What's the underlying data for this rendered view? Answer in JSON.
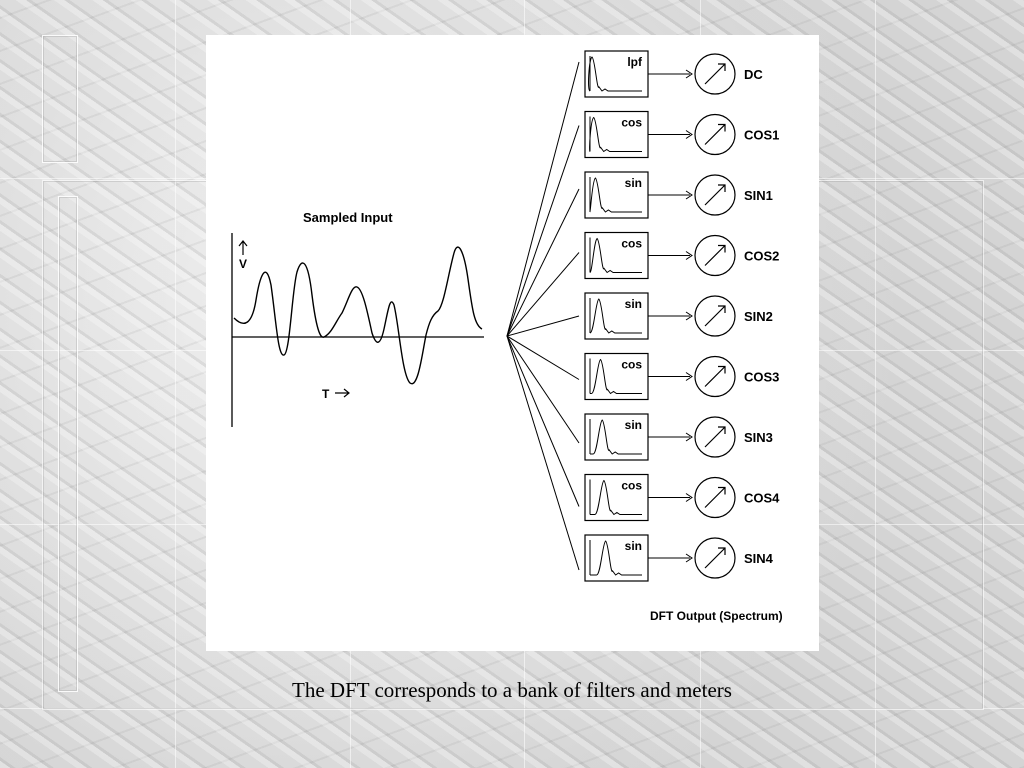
{
  "caption": "The DFT corresponds to a bank of filters and meters",
  "diagram": {
    "input_title": "Sampled Input",
    "v_axis_label": "V",
    "t_axis_label": "T",
    "output_title": "DFT Output (Spectrum)",
    "filters": [
      {
        "filter": "lpf",
        "meter": "DC"
      },
      {
        "filter": "cos",
        "meter": "COS1"
      },
      {
        "filter": "sin",
        "meter": "SIN1"
      },
      {
        "filter": "cos",
        "meter": "COS2"
      },
      {
        "filter": "sin",
        "meter": "SIN2"
      },
      {
        "filter": "cos",
        "meter": "COS3"
      },
      {
        "filter": "sin",
        "meter": "SIN3"
      },
      {
        "filter": "cos",
        "meter": "COS4"
      },
      {
        "filter": "sin",
        "meter": "SIN4"
      }
    ]
  }
}
